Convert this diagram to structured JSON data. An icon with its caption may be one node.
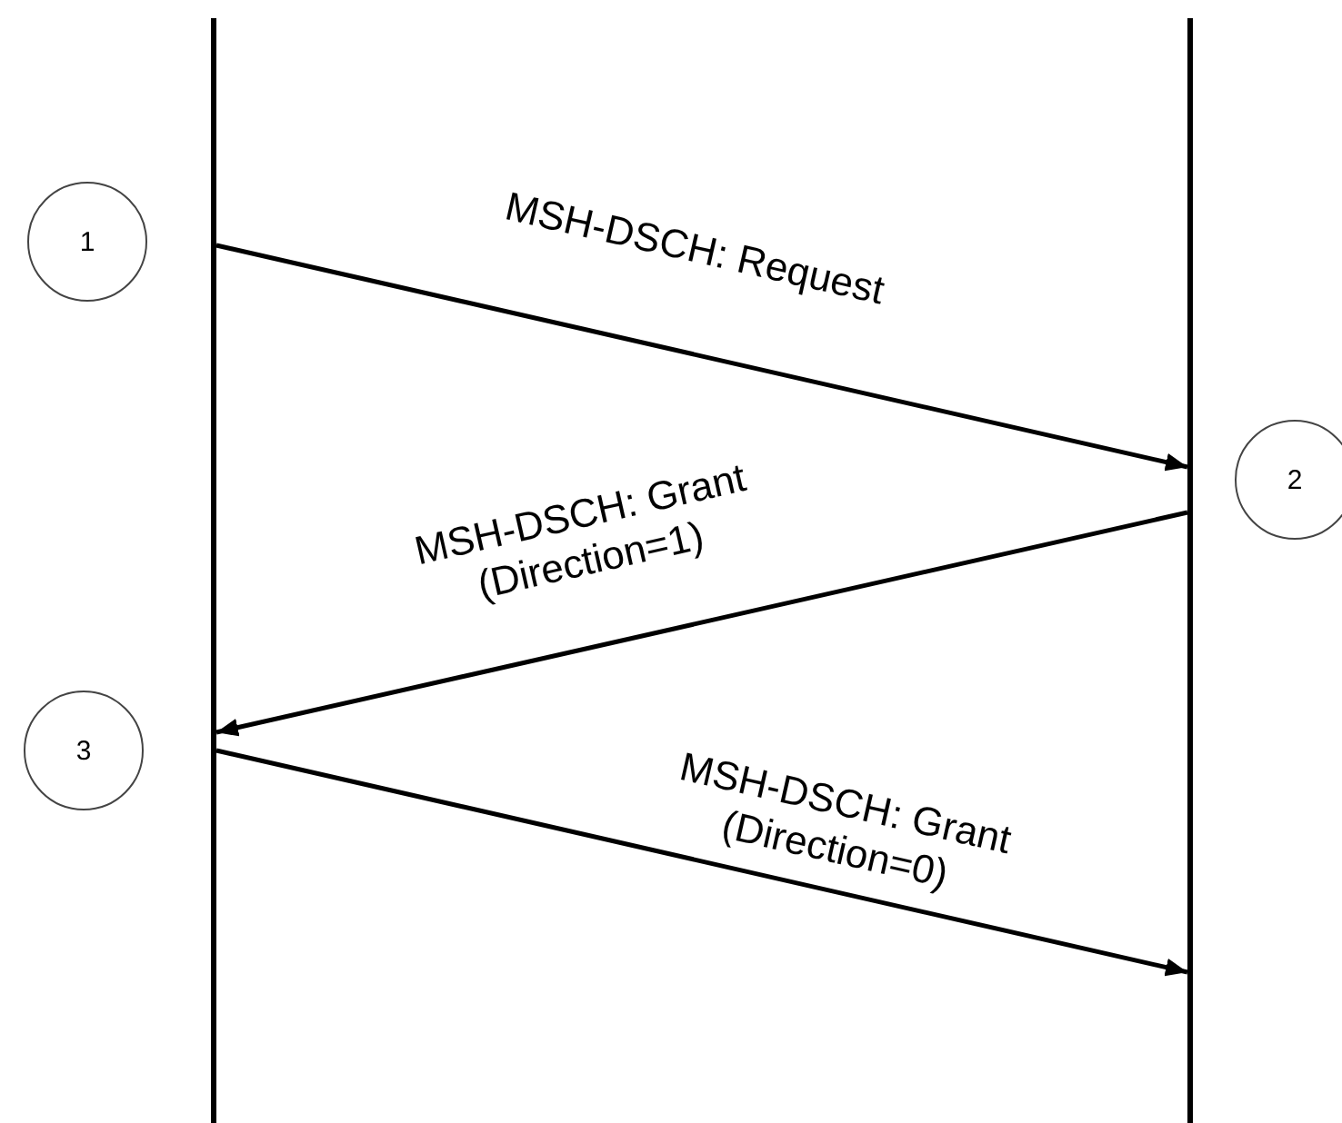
{
  "diagram": {
    "nodes": [
      {
        "text": [],
        "shape": "bar"
      },
      {
        "text": [],
        "shape": "bar"
      },
      {
        "text": [
          "1"
        ]
      },
      {
        "text": [
          "2"
        ]
      },
      {
        "text": [
          "3"
        ]
      }
    ],
    "edges": [
      {
        "from": 0,
        "to": 1,
        "arrow": "to",
        "label": "MSH-DSCH: Request"
      },
      {
        "from": 1,
        "to": 0,
        "arrow": "to",
        "label": "MSH-DSCH: Grant (Direction=1)"
      },
      {
        "from": 0,
        "to": 1,
        "arrow": "to",
        "label": "MSH-DSCH: Grant (Direction=0)"
      }
    ]
  }
}
